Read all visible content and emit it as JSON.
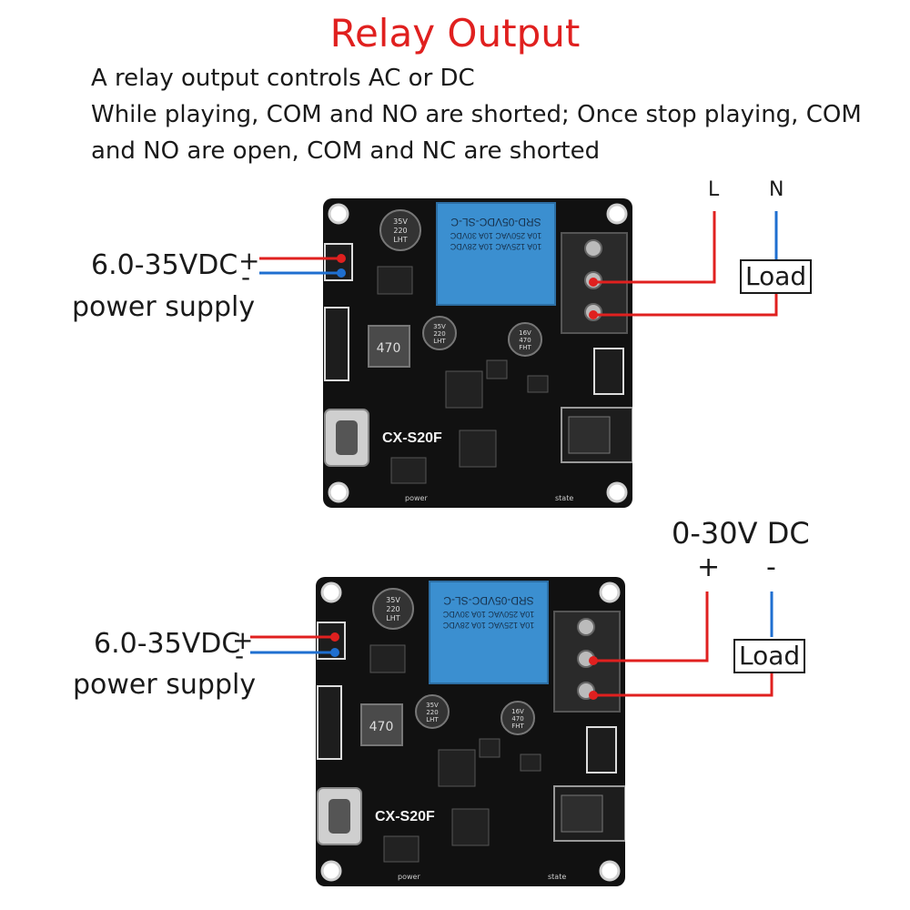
{
  "title": "Relay Output",
  "description": [
    "A relay output controls AC or DC",
    "While playing, COM and NO are shorted; Once stop playing, COM",
    "and NO are open,  COM and NC are shorted"
  ],
  "board": {
    "model_label": "CX-S20F",
    "relay_lines": [
      "SRD-05VDC-SL-C",
      "10A 250VAC  10A 30VDC",
      "10A 125VAC  10A 28VDC"
    ],
    "inductor_label": "470",
    "cap_big_lines": [
      "35V",
      "220",
      "LHT"
    ],
    "cap_small1_lines": [
      "35V",
      "220",
      "LHT"
    ],
    "cap_small2_lines": [
      "16V",
      "470",
      "FHT"
    ],
    "power_label": "power",
    "state_label": "state"
  },
  "top_diagram": {
    "supply_voltage": "6.0-35VDC",
    "plus": "+",
    "minus": "-",
    "supply_label": "power supply",
    "line_label": "L",
    "neutral_label": "N",
    "load_label": "Load"
  },
  "bottom_diagram": {
    "supply_voltage": "6.0-35VDC",
    "plus": "+",
    "minus": "-",
    "supply_label": "power supply",
    "dc_label": "0-30V DC",
    "dc_plus": "+",
    "dc_minus": "-",
    "load_label": "Load"
  },
  "colors": {
    "title": "#e0201f",
    "wire_red": "#e0201f",
    "wire_blue": "#1f6fd0",
    "pcb": "#111111",
    "relay": "#3b8fd0"
  }
}
